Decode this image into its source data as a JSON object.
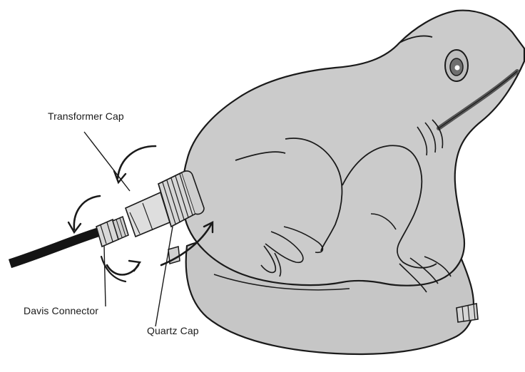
{
  "diagram": {
    "labels": {
      "transformer_cap": "Transformer Cap",
      "davis_connector": "Davis Connector",
      "quartz_cap": "Quartz Cap"
    },
    "colors": {
      "body_fill": "#c9c9c9",
      "outline": "#1a1a1a",
      "cable": "#141414",
      "fitting_fill": "#dcdcdc",
      "background": "#ffffff"
    }
  }
}
